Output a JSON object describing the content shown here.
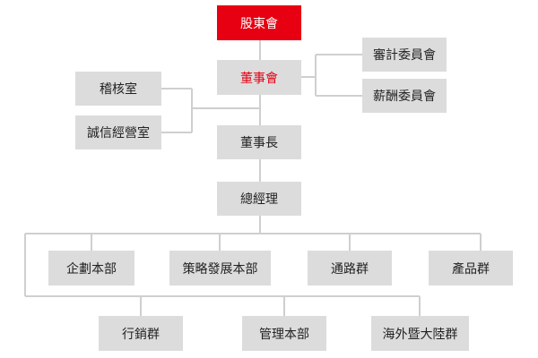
{
  "colors": {
    "accent": "#e60012",
    "box": "#dcdcdc",
    "line": "#cfcfcf",
    "text": "#222222"
  },
  "org": {
    "shareholders": "股東會",
    "board": "董事會",
    "audit_committee": "審計委員會",
    "compensation_committee": "薪酬委員會",
    "audit_office": "稽核室",
    "integrity_office": "誠信經營室",
    "chairman": "董事長",
    "general_manager": "總經理",
    "planning": "企劃本部",
    "strategy": "策略發展本部",
    "channel": "通路群",
    "product": "產品群",
    "marketing": "行銷群",
    "management": "管理本部",
    "overseas": "海外暨大陸群"
  }
}
